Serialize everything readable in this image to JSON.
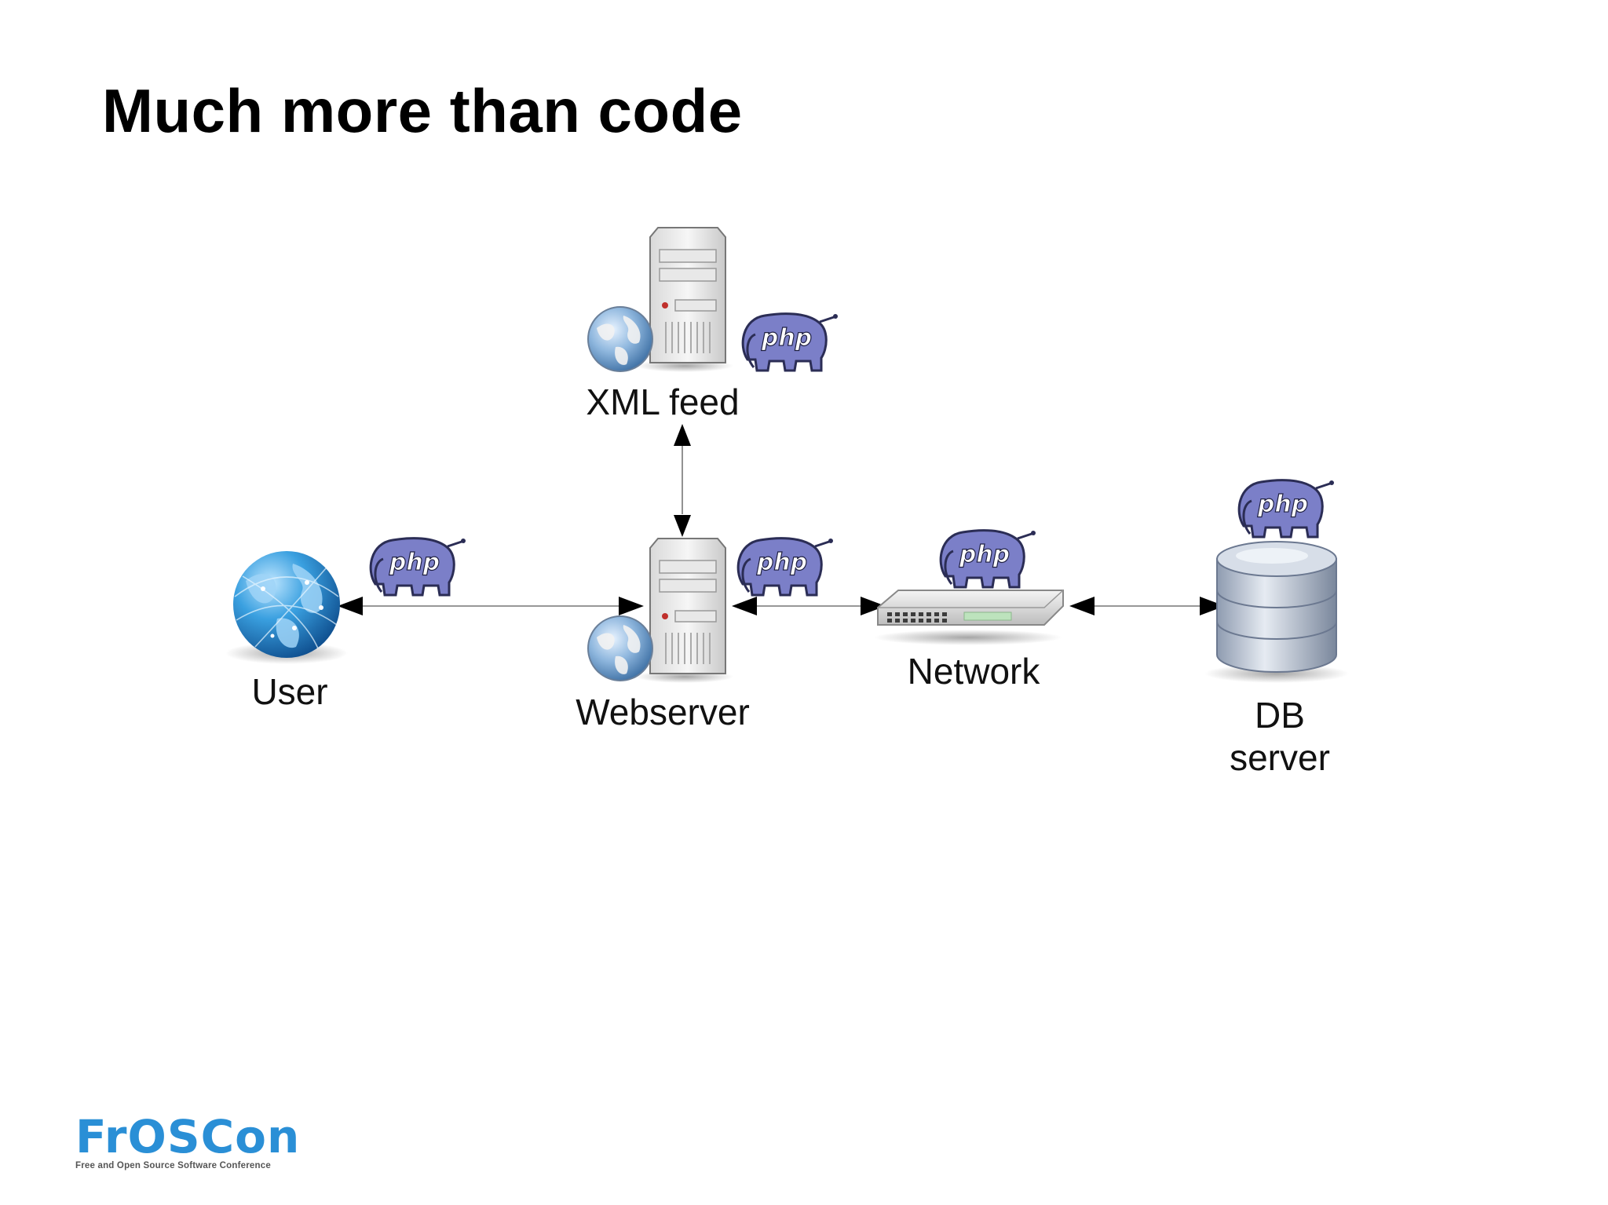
{
  "slide": {
    "title": "Much more than code"
  },
  "nodes": {
    "xml_feed": {
      "label": "XML feed",
      "icon": "server-globe-icon"
    },
    "user": {
      "label": "User",
      "icon": "globe-icon"
    },
    "webserver": {
      "label": "Webserver",
      "icon": "server-globe-icon"
    },
    "network": {
      "label": "Network",
      "icon": "network-switch-icon"
    },
    "db_server": {
      "label_line1": "DB",
      "label_line2": "server",
      "icon": "database-icon"
    }
  },
  "badges": {
    "php_text": "php",
    "color": "#7b7fc8"
  },
  "edges": [
    {
      "from": "webserver",
      "to": "xml_feed",
      "direction": "both"
    },
    {
      "from": "user",
      "to": "webserver",
      "direction": "both"
    },
    {
      "from": "webserver",
      "to": "network",
      "direction": "both"
    },
    {
      "from": "network",
      "to": "db_server",
      "direction": "both"
    }
  ],
  "footer": {
    "logo_text": "FrOSCon",
    "logo_subtitle": "Free and Open Source Software Conference",
    "brand_color": "#2a8fd6"
  }
}
